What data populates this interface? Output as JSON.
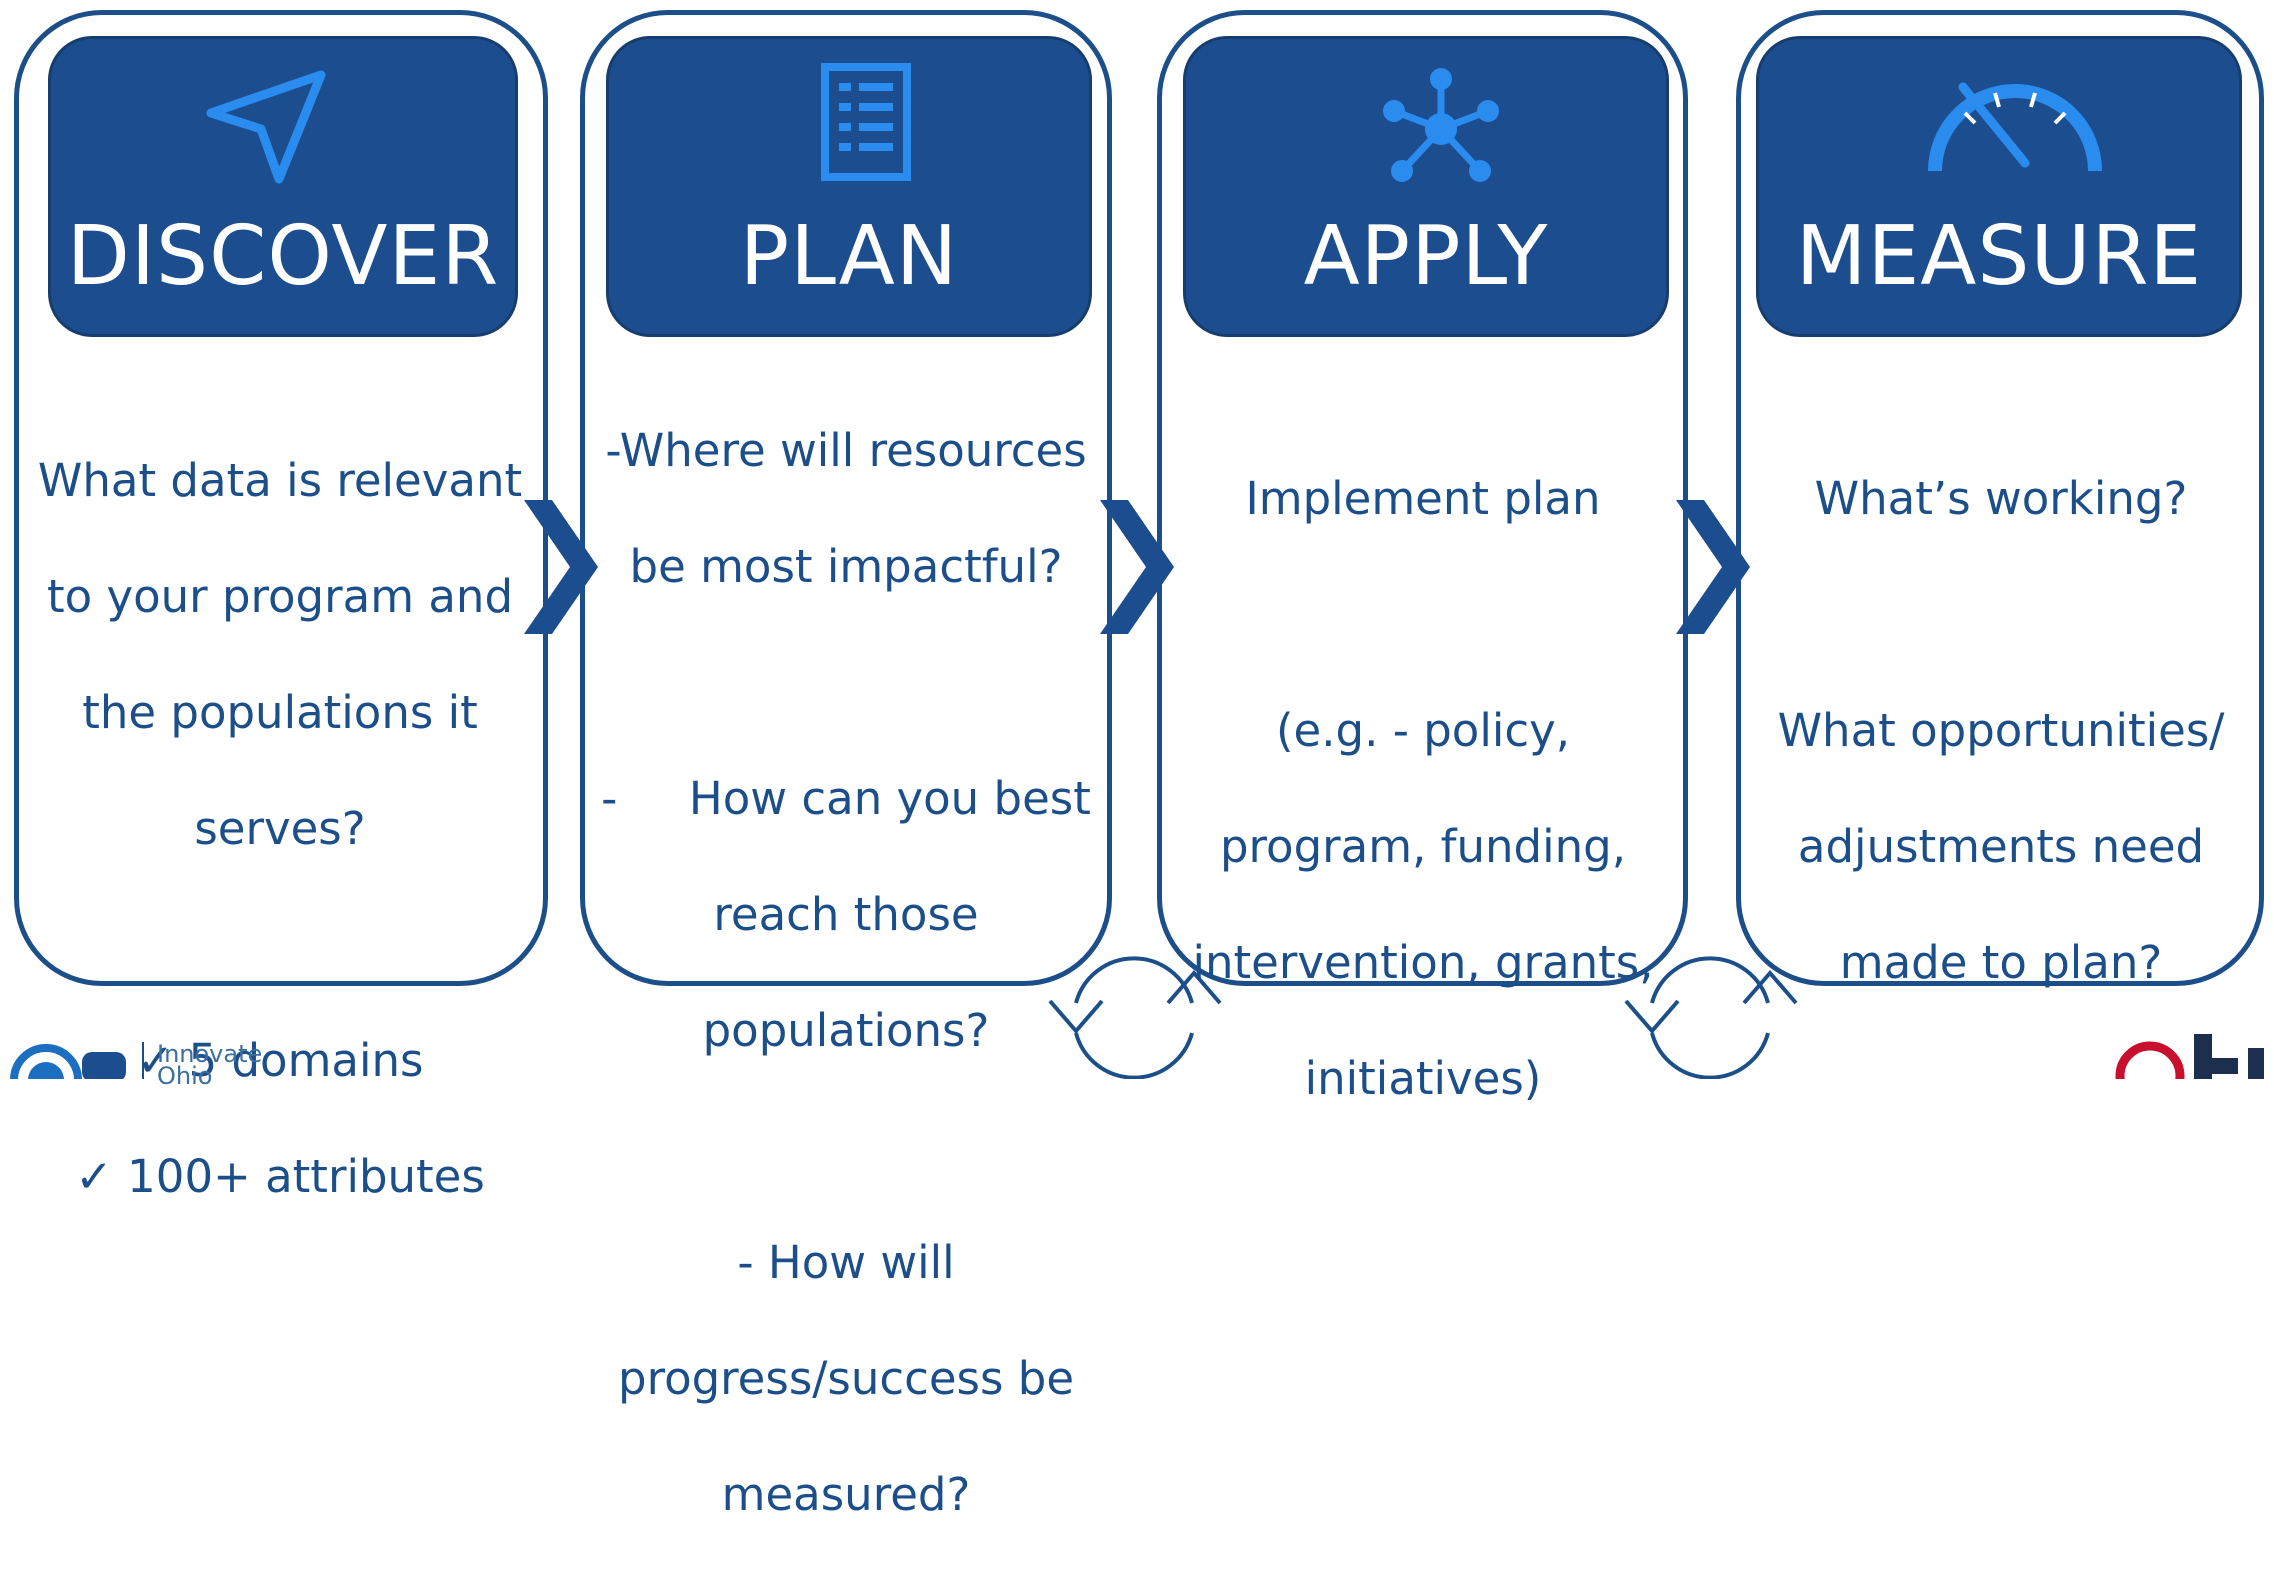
{
  "steps": [
    {
      "title": "DISCOVER",
      "icon": "navigation-arrow-icon",
      "lines": [
        "What data is relevant",
        "to your program and",
        "the populations it",
        "serves?",
        "",
        "✓  5 domains",
        "✓  100+ attributes"
      ]
    },
    {
      "title": "PLAN",
      "icon": "checklist-icon",
      "lines": [
        "-Where will resources",
        "be most impactful?",
        "",
        "-     How can you best",
        "reach those",
        "populations?",
        "",
        "- How will",
        "progress/success be",
        "measured?"
      ]
    },
    {
      "title": "APPLY",
      "icon": "network-hub-icon",
      "lines": [
        "Implement plan",
        "",
        "(e.g. - policy,",
        "program, funding,",
        "intervention, grants,",
        "initiatives)"
      ]
    },
    {
      "title": "MEASURE",
      "icon": "speedometer-icon",
      "lines": [
        "What’s working?",
        "",
        "What opportunities/",
        "adjustments need",
        "made to plan?"
      ]
    }
  ],
  "footer": {
    "left_logo_text": [
      "Innovate",
      "Ohio"
    ],
    "right_logo_text": "Ohio"
  },
  "colors": {
    "header_fill": "#1c4e8f",
    "card_border": "#1c4f8a",
    "icon_blue": "#2b8cf0",
    "text": "#1c4f8a"
  }
}
